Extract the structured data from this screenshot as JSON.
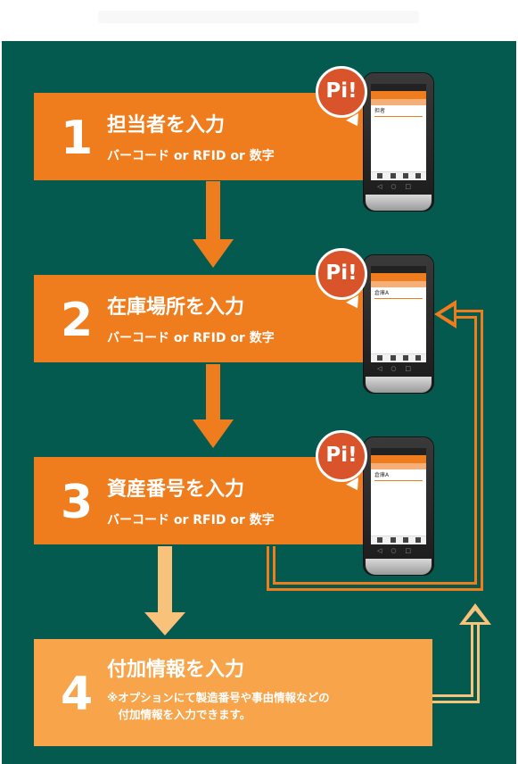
{
  "colors": {
    "background_panel": "#055a4f",
    "step_orange": "#ef7d1d",
    "step_light": "#f7a44a",
    "arrow_orange": "#ef7d1d",
    "arrow_light": "#f9c27a",
    "bubble": "#d9532b"
  },
  "bubble_text": "Pi!",
  "steps": [
    {
      "number": "1",
      "title": "担当者を入力",
      "subtitle": "バーコード or RFID or 数字"
    },
    {
      "number": "2",
      "title": "在庫場所を入力",
      "subtitle": "バーコード or RFID or 数字"
    },
    {
      "number": "3",
      "title": "資産番号を入力",
      "subtitle": "バーコード or RFID or 数字"
    },
    {
      "number": "4",
      "title": "付加情報を入力",
      "note": "※オプションにて製造番号や事由情報などの\n　付加情報を入力できます。"
    }
  ],
  "phones": [
    {
      "field_text": "担者"
    },
    {
      "field_text": "倉庫A"
    },
    {
      "field_text": "倉庫A"
    }
  ],
  "icons": {
    "phone": "smartphone-icon",
    "bubble": "speech-bubble-icon",
    "arrow": "arrow-icon"
  }
}
